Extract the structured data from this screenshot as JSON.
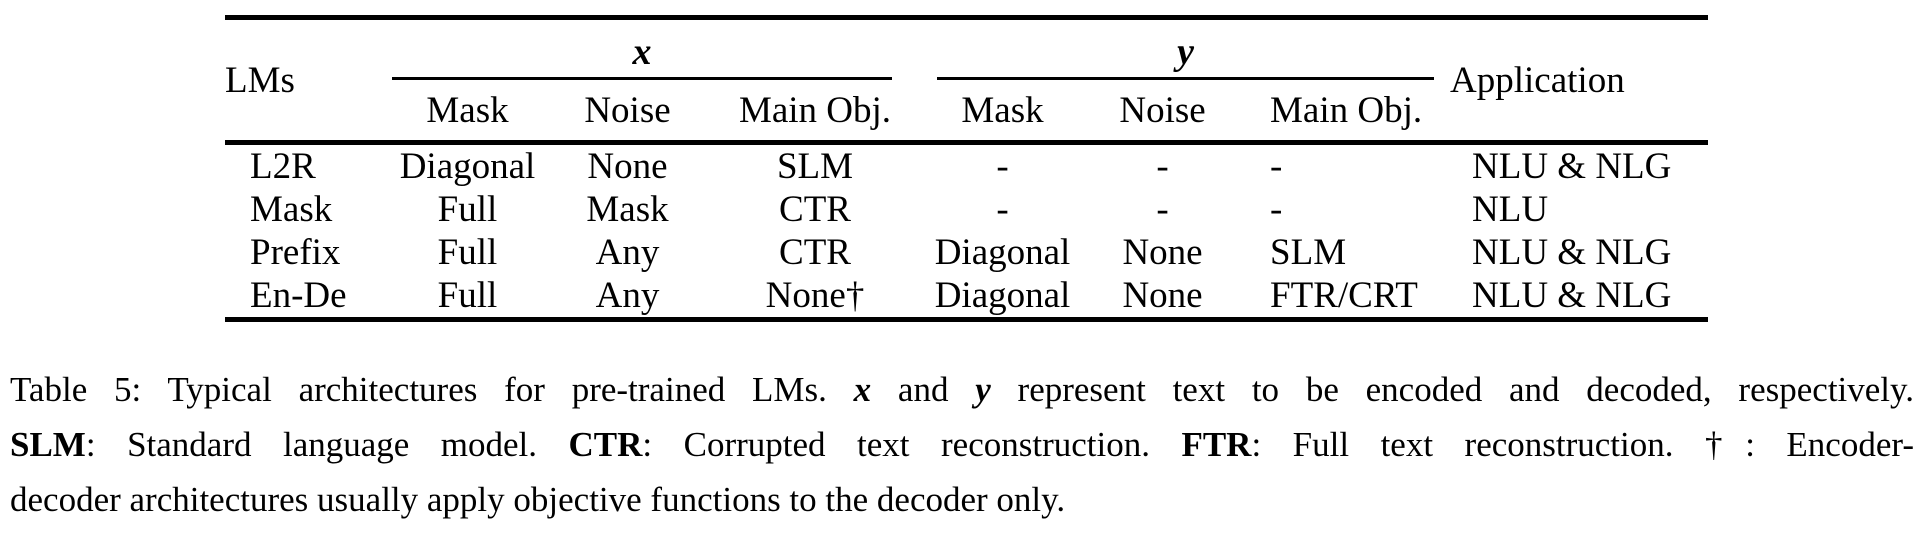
{
  "colors": {
    "background": "#ffffff",
    "text": "#000000",
    "rule": "#000000"
  },
  "table": {
    "header": {
      "lms": "LMs",
      "group_x": "x",
      "group_y": "y",
      "application": "Application",
      "sub": {
        "x_mask": "Mask",
        "x_noise": "Noise",
        "x_obj": "Main Obj.",
        "y_mask": "Mask",
        "y_noise": "Noise",
        "y_obj": "Main Obj."
      }
    },
    "rows": [
      {
        "lm": "L2R",
        "x_mask": "Diagonal",
        "x_noise": "None",
        "x_obj": "SLM",
        "y_mask": "-",
        "y_noise": "-",
        "y_obj": "-",
        "app": "NLU & NLG"
      },
      {
        "lm": "Mask",
        "x_mask": "Full",
        "x_noise": "Mask",
        "x_obj": "CTR",
        "y_mask": "-",
        "y_noise": "-",
        "y_obj": "-",
        "app": "NLU"
      },
      {
        "lm": "Prefix",
        "x_mask": "Full",
        "x_noise": "Any",
        "x_obj": "CTR",
        "y_mask": "Diagonal",
        "y_noise": "None",
        "y_obj": "SLM",
        "app": "NLU & NLG"
      },
      {
        "lm": "En-De",
        "x_mask": "Full",
        "x_noise": "Any",
        "x_obj": "None†",
        "y_mask": "Diagonal",
        "y_noise": "None",
        "y_obj": "FTR/CRT",
        "app": "NLU & NLG"
      }
    ]
  },
  "caption": {
    "line1": {
      "s1": "Table 5: Typical architectures for pre-trained LMs. ",
      "s2": "x",
      "s3": " and ",
      "s4": "y",
      "s5": " represent text to be encoded and decoded, respectively."
    },
    "line2": {
      "s1": "SLM",
      "s2": ": Standard language model. ",
      "s3": "CTR",
      "s4": ": Corrupted text reconstruction. ",
      "s5": "FTR",
      "s6": ": Full text reconstruction. †: Encoder-"
    },
    "line3": "decoder architectures usually apply objective functions to the decoder only."
  }
}
